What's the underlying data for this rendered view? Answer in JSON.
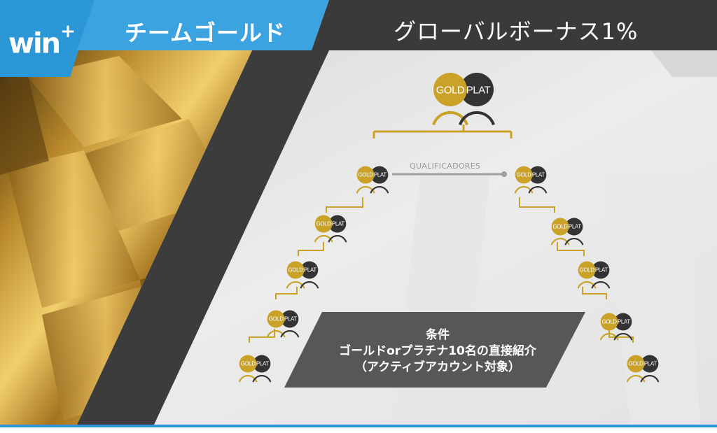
{
  "header": {
    "logo_text": "win",
    "logo_plus": "+",
    "team_title": "チームゴールド",
    "bonus_title": "グローバルボーナス1%"
  },
  "diagram": {
    "qualifier_label": "QUALIFICADORES",
    "badge_left": "GOLD",
    "badge_right": "PLAT"
  },
  "condition": {
    "line1": "条件",
    "line2": "ゴールドorプラチナ10名の直接紹介",
    "line3": "（アクティブアカウント対象）"
  },
  "colors": {
    "gold": "#c9a227",
    "plat": "#333333",
    "header_blue": "#2b97d6",
    "header_dark": "#3a3a3a",
    "box_gray": "#575757"
  }
}
